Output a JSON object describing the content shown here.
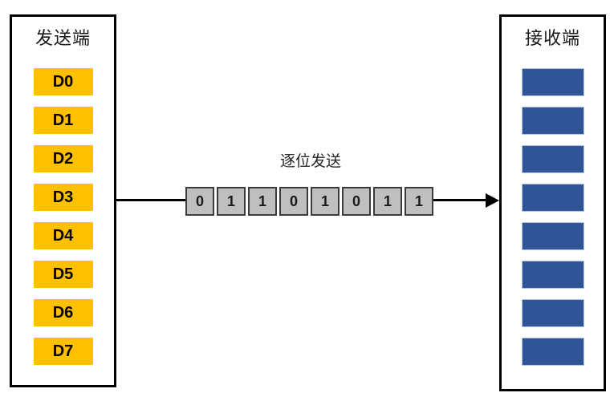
{
  "diagram": {
    "sender": {
      "title": "发送端",
      "items": [
        "D0",
        "D1",
        "D2",
        "D3",
        "D4",
        "D5",
        "D6",
        "D7"
      ]
    },
    "channel": {
      "label": "逐位发送",
      "bits": [
        "0",
        "1",
        "1",
        "0",
        "1",
        "0",
        "1",
        "1"
      ]
    },
    "receiver": {
      "title": "接收端",
      "slot_count": 8
    },
    "colors": {
      "sender_item": "#FFC000",
      "receiver_slot": "#2F5597",
      "receiver_slot_border": "#B4C7E7",
      "bit_cell": "#BFBFBF",
      "bit_cell_border": "#3B3B3B",
      "line": "#000000"
    }
  }
}
